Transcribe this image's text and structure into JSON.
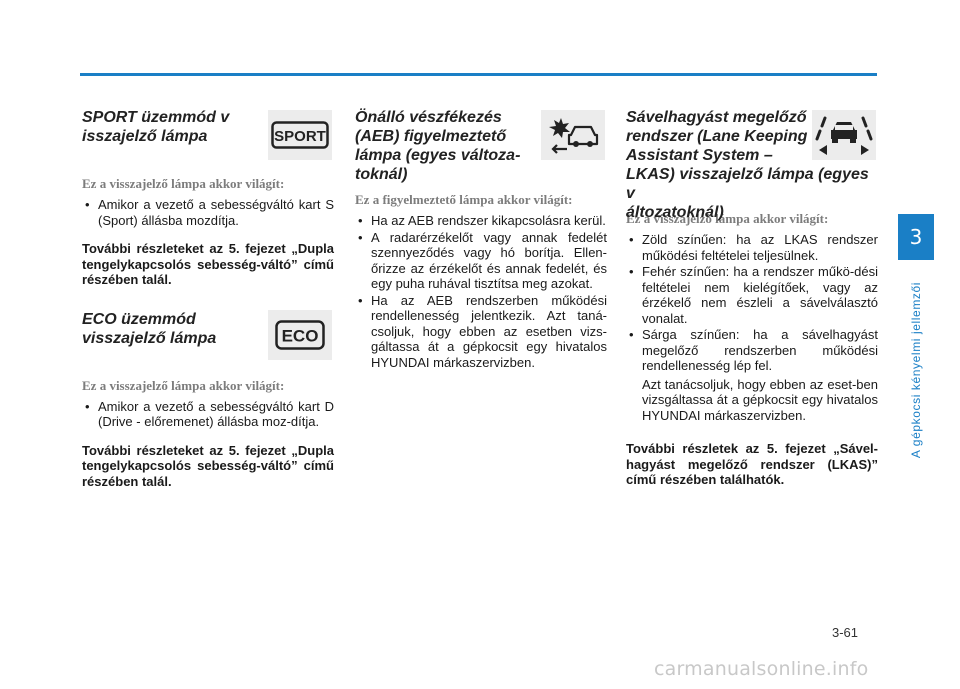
{
  "sidebar": {
    "chapter": "3",
    "title": "A gépkocsi kényelmi jellemzői"
  },
  "footer": {
    "page_number": "3-61",
    "watermark": "carmanualsonline.info"
  },
  "sport": {
    "title": "SPORT üzemmód visszajelző lámpa",
    "icon_text": "SPORT",
    "subtitle": "Ez a visszajelző lámpa akkor világít:",
    "bullets": [
      "Amikor a vezető a sebességváltó kart S (Sport) állásba mozdítja."
    ],
    "note": "További részleteket az 5. fejezet „Dupla tengelykapcsolós sebesség-váltó” című részében talál."
  },
  "eco": {
    "title": "ECO üzemmód visszajelző lámpa",
    "icon_text": "ECO",
    "subtitle": "Ez a visszajelző lámpa akkor világít:",
    "bullets": [
      "Amikor a vezető a sebességváltó kart D (Drive - előremenet) állásba moz-dítja."
    ],
    "note": "További részleteket az 5. fejezet „Dupla tengelykapcsolós sebesség-váltó” című részében talál."
  },
  "aeb": {
    "title": "Önálló vészfékezés (AEB) figyelmeztető lámpa (egyes változa-toknál)",
    "subtitle": "Ez a figyelmeztető lámpa akkor világít:",
    "bullets": [
      "Ha az AEB rendszer kikapcsolásra kerül.",
      "A radarérzékelőt vagy annak fedelét szennyeződés vagy hó borítja. Ellen-őrizze az érzékelőt és annak fedelét, és egy puha ruhával tisztítsa meg azokat.",
      "Ha az AEB rendszerben működési rendellenesség jelentkezik. Azt taná-csoljuk, hogy ebben az esetben vizs-gáltassa át a gépkocsit egy hivatalos HYUNDAI márkaszervizben."
    ]
  },
  "lkas": {
    "title": "Sávelhagyást megelőző rendszer (Lane Keeping Assistant System – LKAS) visszajelző lámpa (egyes változatoknál)",
    "subtitle": "Ez a visszajelző lámpa akkor világít:",
    "bullets": [
      "Zöld színűen: ha az LKAS rendszer működési feltételei teljesülnek.",
      "Fehér színűen: ha a rendszer műkö-dési feltételei nem kielégítőek, vagy az érzékelő nem észleli a sávelválasztó vonalat.",
      "Sárga színűen: ha a sávelhagyást megelőző rendszerben működési rendellenesség lép fel."
    ],
    "continuation": "Azt tanácsoljuk, hogy ebben az eset-ben vizsgáltassa át a gépkocsit egy hivatalos HYUNDAI márkaszervizben.",
    "note": "További részletek az 5. fejezet „Sável-hagyást megelőző rendszer (LKAS)” című részében találhatók."
  }
}
